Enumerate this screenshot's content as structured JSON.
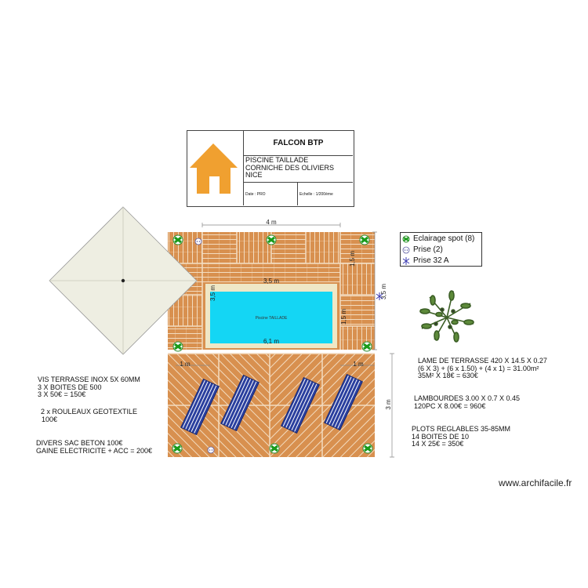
{
  "title_block": {
    "company": "FALCON BTP",
    "project_lines": [
      "PISCINE TAILLADE",
      "CORNICHE DES OLIVIERS",
      "NICE"
    ],
    "date_label": "Date : PRO",
    "scale_label": "Echelle : 1/200ème"
  },
  "dimensions": {
    "top_width": "4 m",
    "pool_inner": "3,5 m",
    "pool_length": "6,1 m",
    "left_height": "3,5 m",
    "right_top": "1,5 m",
    "right_mid": "1,5 m",
    "right_outer": "3,5 m",
    "lower_left": "1 m",
    "lower_right": "1 m",
    "lower_height": "3 m"
  },
  "pool_label": "Piscine TAILLADE",
  "legend": {
    "items": [
      {
        "label": "Eclairage spot (8)",
        "icon": "spot-light-icon"
      },
      {
        "label": "Prise (2)",
        "icon": "outlet-icon"
      },
      {
        "label": "Prise 32 A",
        "icon": "outlet-32a-icon"
      }
    ]
  },
  "notes_left": {
    "screws": [
      "VIS TERRASSE INOX 5X 60MM",
      "3 X BOITES DE 500",
      "3 X 50€ = 150€"
    ],
    "geotextile": [
      "2 x ROULEAUX GEOTEXTILE",
      "100€"
    ],
    "misc": [
      "DIVERS SAC BETON 100€",
      "GAINE ELECTRICITE + ACC = 200€"
    ]
  },
  "notes_right": {
    "deck": [
      "LAME DE TERRASSE 420 X 14.5 X 0.27",
      "(6 X 3) + (6 x 1.50) + (4 x 1) = 31.00m²",
      "35M² X 18€ = 630€"
    ],
    "joists": [
      "LAMBOURDES 3.00 X 0.7 X 0.45",
      "120PC X 8.00€ = 960€"
    ],
    "pads": [
      "PLOTS REGLABLES 35-85MM",
      "14 BOITES DE 10",
      "14 X 25€ = 350€"
    ]
  },
  "watermark": "www.archifacile.fr",
  "colors": {
    "wood": "#d8904f",
    "wood_gap": "#f3dcc0",
    "pool": "#14d6f4",
    "coping": "#efe7c6",
    "logo": "#f0a030",
    "umbrella": "#eeeee2",
    "lounger": "#2a3f9e"
  }
}
